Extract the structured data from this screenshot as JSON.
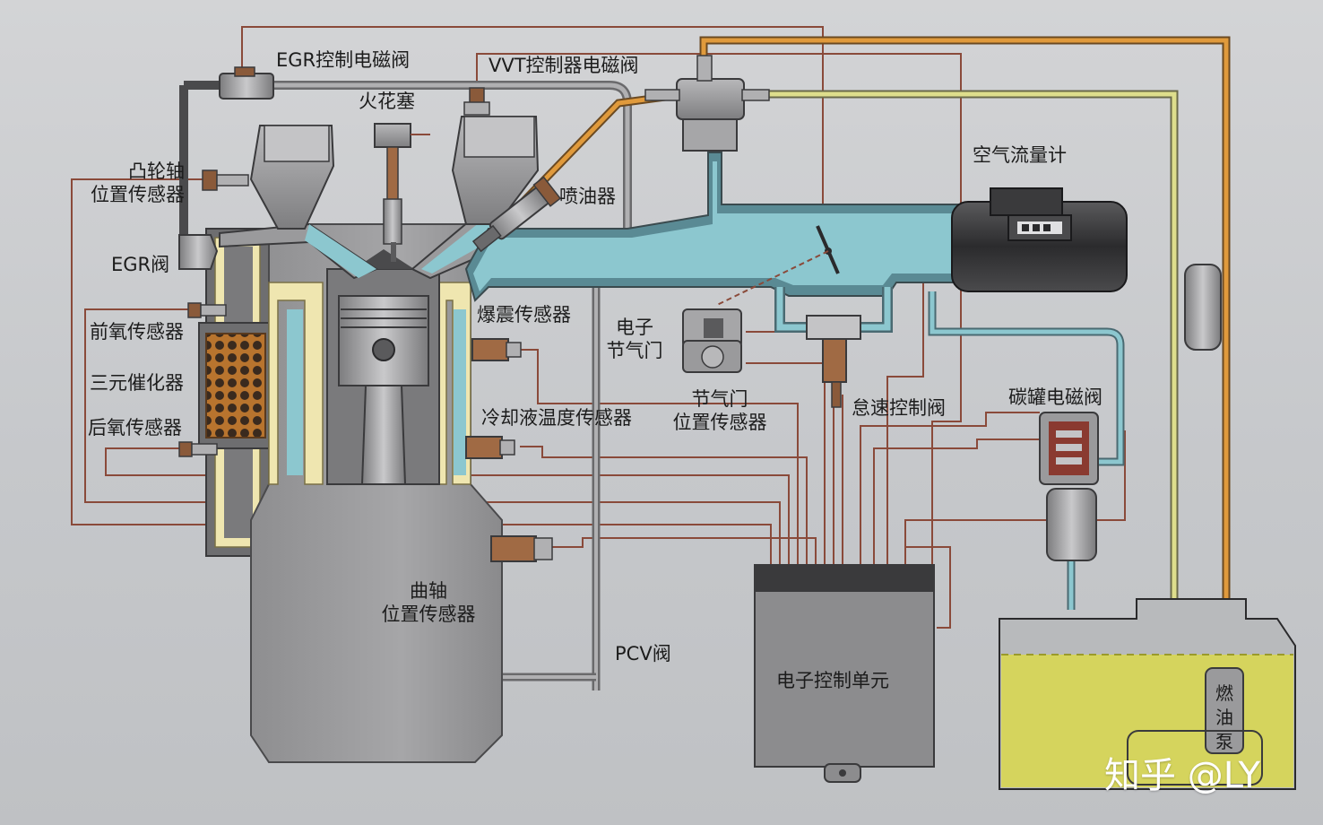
{
  "labels": {
    "egr_solenoid": "EGR控制电磁阀",
    "vvt_solenoid": "VVT控制器电磁阀",
    "spark_plug": "火花塞",
    "cam_sensor_line1": "凸轮轴",
    "cam_sensor_line2": "位置传感器",
    "injector": "喷油器",
    "airflow_meter": "空气流量计",
    "egr_valve": "EGR阀",
    "front_o2": "前氧传感器",
    "catalyst": "三元催化器",
    "rear_o2": "后氧传感器",
    "knock_sensor": "爆震传感器",
    "etc_line1": "电子",
    "etc_line2": "节气门",
    "tps_line1": "节气门",
    "tps_line2": "位置传感器",
    "idle_valve": "怠速控制阀",
    "canister_valve": "碳罐电磁阀",
    "coolant_sensor": "冷却液温度传感器",
    "crank_line1": "曲轴",
    "crank_line2": "位置传感器",
    "pcv_valve": "PCV阀",
    "ecu": "电子控制单元",
    "fuel_pump": "燃油泵"
  },
  "watermark": "知乎 @LY",
  "colors": {
    "background": "#c9cbce",
    "intake_air": "#8cc7cf",
    "coolant_jacket": "#efe6b0",
    "fuel_line": "#d89a3c",
    "return_line": "#d8d88a",
    "fuel": "#d9d84c",
    "wire": "#8a4a3a",
    "engine_body": "#9a9a9c",
    "ecu_body": "#8c8c8e"
  }
}
